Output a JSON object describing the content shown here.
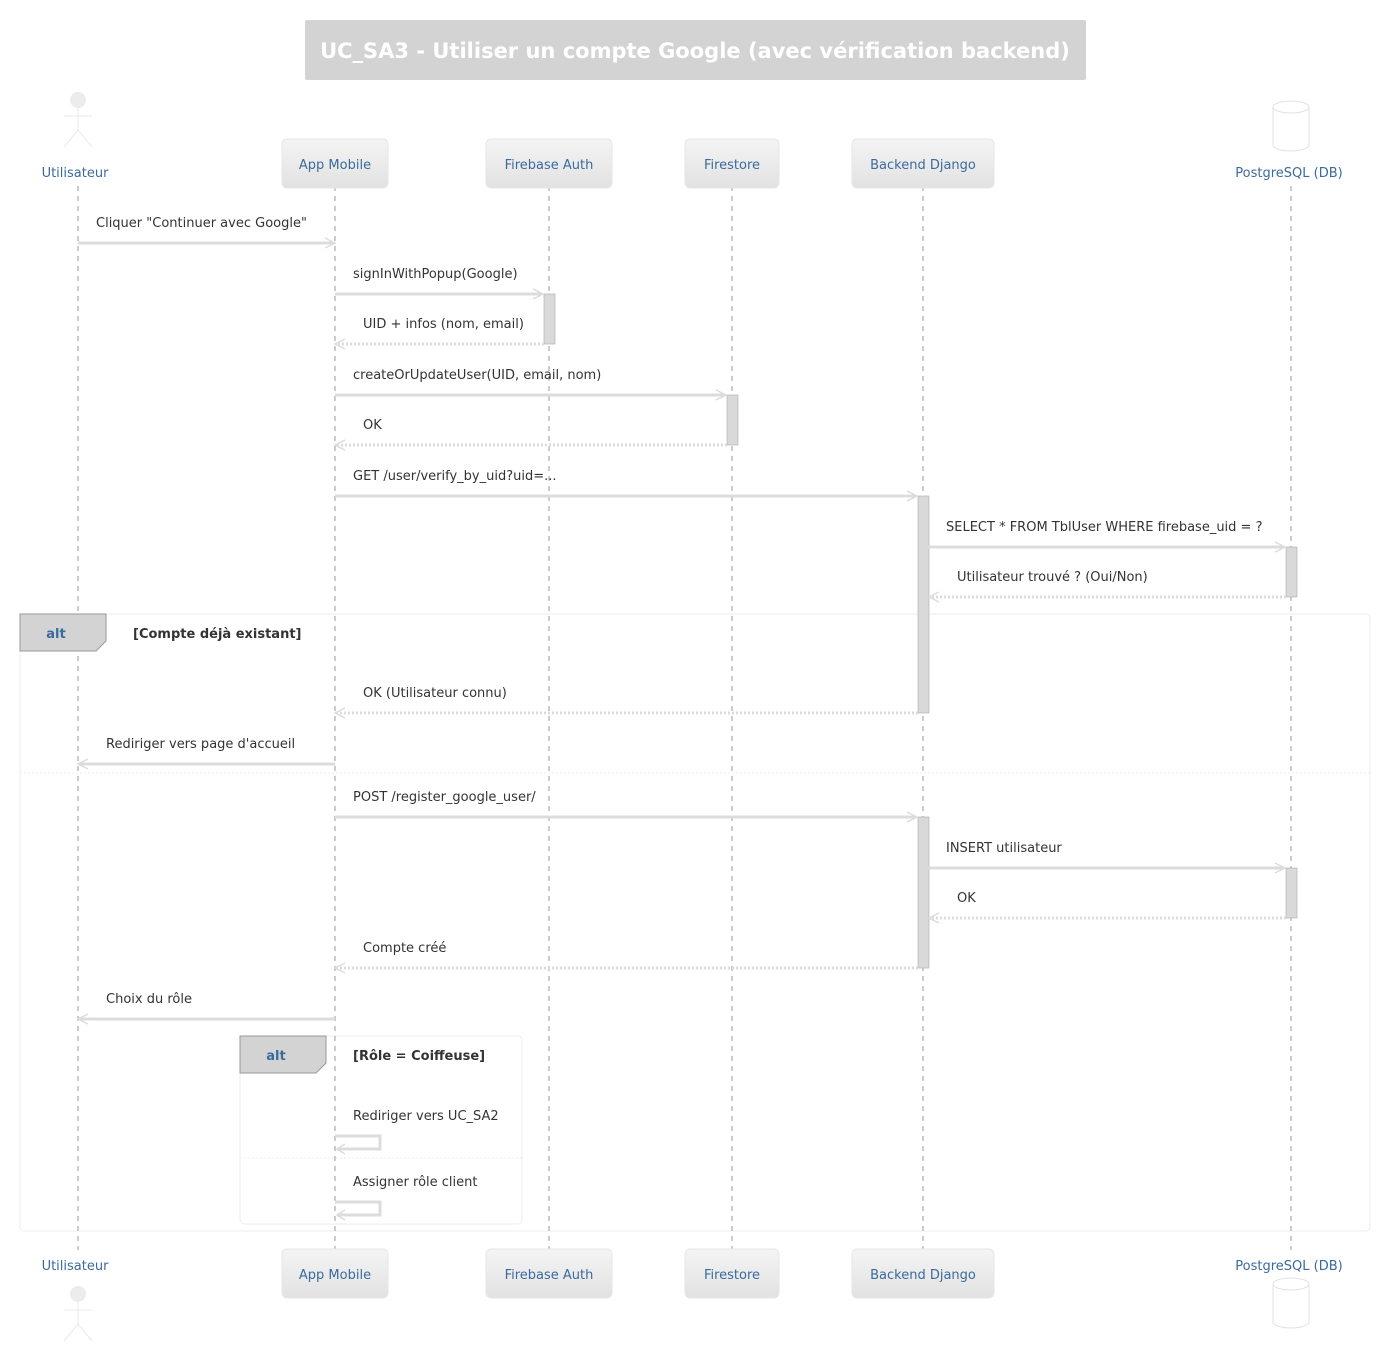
{
  "title": "UC_SA3 - Utiliser un compte Google (avec vérification backend)",
  "colors": {
    "participant_text": "#3b6a9e",
    "arrow": "#dddddd",
    "activation": "#d9d9d9",
    "title_bg": "#d3d3d3"
  },
  "participants": [
    {
      "name": "Utilisateur",
      "kind": "actor"
    },
    {
      "name": "App Mobile",
      "kind": "box"
    },
    {
      "name": "Firebase Auth",
      "kind": "box"
    },
    {
      "name": "Firestore",
      "kind": "box"
    },
    {
      "name": "Backend Django",
      "kind": "box"
    },
    {
      "name": "PostgreSQL (DB)",
      "kind": "database"
    }
  ],
  "messages": [
    {
      "from": 0,
      "to": 1,
      "style": "solid",
      "text": "Cliquer \"Continuer avec Google\""
    },
    {
      "from": 1,
      "to": 2,
      "style": "solid",
      "text": "signInWithPopup(Google)"
    },
    {
      "from": 2,
      "to": 1,
      "style": "dotted",
      "text": "UID + infos (nom, email)"
    },
    {
      "from": 1,
      "to": 3,
      "style": "solid",
      "text": "createOrUpdateUser(UID, email, nom)"
    },
    {
      "from": 3,
      "to": 1,
      "style": "dotted",
      "text": "OK"
    },
    {
      "from": 1,
      "to": 4,
      "style": "solid",
      "text": "GET /user/verify_by_uid?uid=..."
    },
    {
      "from": 4,
      "to": 5,
      "style": "solid",
      "text": "SELECT * FROM TblUser WHERE firebase_uid = ?"
    },
    {
      "from": 5,
      "to": 4,
      "style": "dotted",
      "text": "Utilisateur trouvé ? (Oui/Non)"
    },
    {
      "from": 4,
      "to": 1,
      "style": "dotted",
      "text": "OK (Utilisateur connu)"
    },
    {
      "from": 1,
      "to": 0,
      "style": "solid",
      "text": "Rediriger vers page d'accueil"
    },
    {
      "from": 1,
      "to": 4,
      "style": "solid",
      "text": "POST /register_google_user/"
    },
    {
      "from": 4,
      "to": 5,
      "style": "solid",
      "text": "INSERT utilisateur"
    },
    {
      "from": 5,
      "to": 4,
      "style": "dotted",
      "text": "OK"
    },
    {
      "from": 4,
      "to": 1,
      "style": "dotted",
      "text": "Compte créé"
    },
    {
      "from": 1,
      "to": 0,
      "style": "solid",
      "text": "Choix du rôle"
    },
    {
      "from": 1,
      "to": 1,
      "style": "solid",
      "text": "Rediriger vers UC_SA2"
    },
    {
      "from": 1,
      "to": 1,
      "style": "solid",
      "text": "Assigner rôle client"
    }
  ],
  "fragments": [
    {
      "label": "alt",
      "guard": "[Compte déjà existant]"
    },
    {
      "label": "alt",
      "guard": "[Rôle = Coiffeuse]"
    }
  ]
}
